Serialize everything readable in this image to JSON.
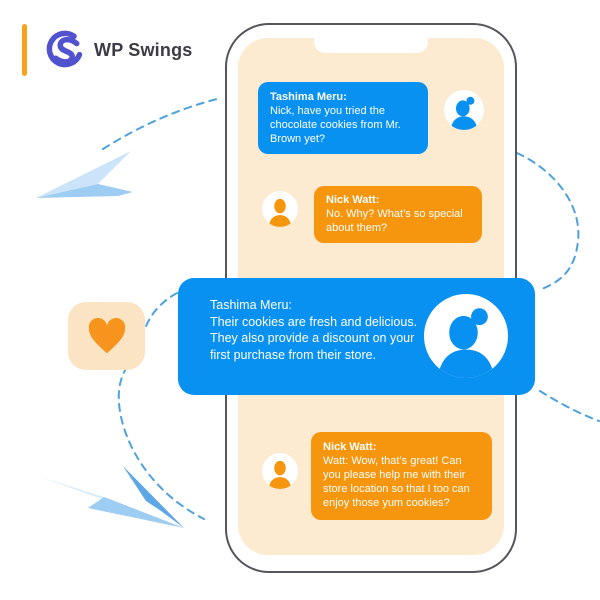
{
  "logo": {
    "brand": "WP Swings",
    "icon": "wp-swings-swirl-icon"
  },
  "chat": {
    "messages": [
      {
        "sender": "Tashima Meru:",
        "text": "Nick, have you tried the chocolate cookies from Mr. Brown yet?",
        "bubble_color": "blue",
        "avatar": "female",
        "avatar_side": "right"
      },
      {
        "sender": "Nick Watt:",
        "text": "No. Why? What’s so special about them?",
        "bubble_color": "orange",
        "avatar": "male",
        "avatar_side": "left"
      },
      {
        "sender": "Tashima Meru:",
        "text": "Their cookies are fresh and delicious. They also provide a discount on your first purchase from their store.",
        "bubble_color": "blue",
        "avatar": "female",
        "avatar_side": "right"
      },
      {
        "sender": "Nick Watt:",
        "text": "Watt: Wow, that’s great! Can you please help me with their store location so that I too can enjoy those yum cookies?",
        "bubble_color": "orange",
        "avatar": "male",
        "avatar_side": "left"
      }
    ]
  },
  "decor": {
    "icons": [
      "paper-plane-icon",
      "heart-icon",
      "dashed-flight-path"
    ],
    "device": "smartphone-outline"
  },
  "colors": {
    "blue": "#0991F2",
    "orange": "#F6960E",
    "screen": "#FCEAD1",
    "heart_panel": "#FAE4C4",
    "heart": "#F6941D",
    "dashed": "#4FA1DC",
    "logo_bar": "#F8A21C",
    "logo_icon": "#5152CE",
    "text_dark": "#3C3C47",
    "phone_border": "#55555E"
  }
}
